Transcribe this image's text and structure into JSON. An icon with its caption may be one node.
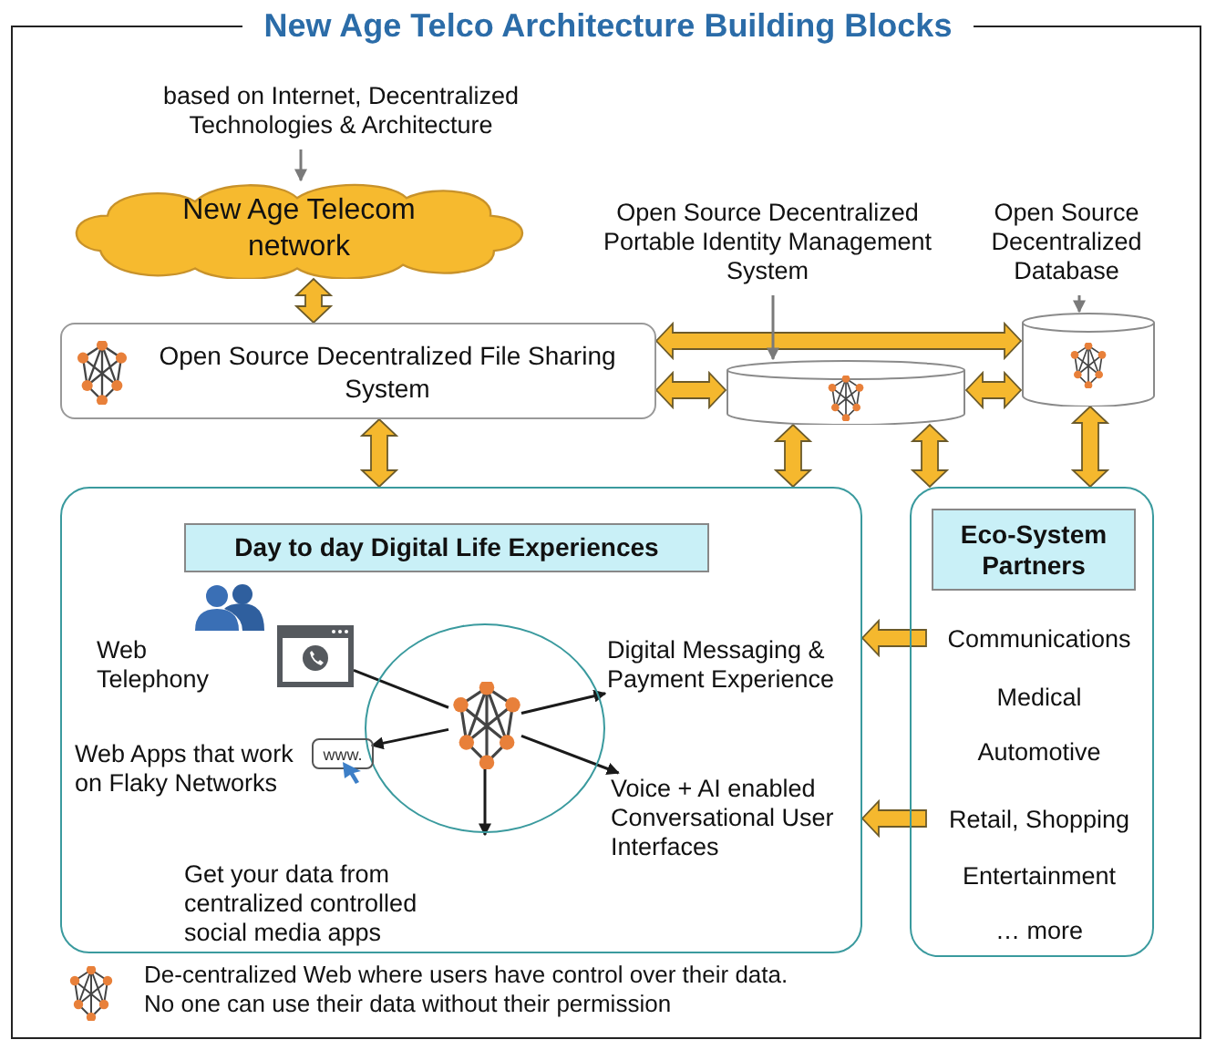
{
  "diagram": {
    "title": "New Age Telco Architecture Building Blocks",
    "nodes": [
      {
        "text": [
          "based on Internet, Decentralized Technologies & Architecture"
        ]
      },
      {
        "text": [
          "New Age Telecom network"
        ]
      },
      {
        "text": [
          "Open Source Decentralized File Sharing System"
        ]
      },
      {
        "text": [
          "Open Source Decentralized Portable Identity Management System"
        ]
      },
      {
        "text": [],
        "shape": "cylinder"
      },
      {
        "text": [
          "Open Source Decentralized Database"
        ]
      },
      {
        "text": [],
        "shape": "cylinder"
      },
      {
        "text": [],
        "shape": "box"
      },
      {
        "text": [
          "Day to day Digital Life Experiences"
        ],
        "in": 7
      },
      {
        "text": [],
        "shape": "circle",
        "in": 7
      },
      {
        "text": [],
        "shape": "picture",
        "in": 9
      },
      {
        "text": [
          "Web Telephony"
        ],
        "in": 7
      },
      {
        "text": [],
        "shape": "picture",
        "in": 7
      },
      {
        "text": [
          "Digital Messaging & Payment Experience"
        ],
        "in": 7
      },
      {
        "text": [
          "Web Apps that work on Flaky Networks"
        ],
        "in": 7
      },
      {
        "text": [
          "www."
        ],
        "in": 7
      },
      {
        "text": [
          "Voice + AI enabled Conversational User Interfaces"
        ],
        "in": 7
      },
      {
        "text": [
          "Get your data from centralized controlled social media apps"
        ],
        "in": 7
      },
      {
        "text": [],
        "shape": "box"
      },
      {
        "text": [
          "Eco-System Partners"
        ],
        "in": 18
      },
      {
        "text": [
          "Communications"
        ],
        "in": 18
      },
      {
        "text": [
          "Medical"
        ],
        "in": 18
      },
      {
        "text": [
          "Automotive"
        ],
        "in": 18
      },
      {
        "text": [
          "Retail, Shopping"
        ],
        "in": 18
      },
      {
        "text": [
          "Entertainment"
        ],
        "in": 18
      },
      {
        "text": [
          "… more"
        ],
        "in": 18
      }
    ],
    "edges": [
      {
        "from": 1,
        "to": 2,
        "arrow": "both",
        "style": "thick"
      },
      {
        "from": 2,
        "to": 6,
        "arrow": "both",
        "style": "thick"
      },
      {
        "from": 2,
        "to": 4,
        "arrow": "both",
        "style": "thick"
      },
      {
        "from": 4,
        "to": 6,
        "arrow": "both",
        "style": "thick"
      },
      {
        "from": 2,
        "to": 7,
        "arrow": "both",
        "style": "thick"
      },
      {
        "from": 4,
        "to": 7,
        "arrow": "both",
        "style": "thick"
      },
      {
        "from": 4,
        "to": 18,
        "arrow": "both",
        "style": "thick"
      },
      {
        "from": 6,
        "to": 18,
        "arrow": "both",
        "style": "thick"
      },
      {
        "from": 20,
        "to": 7,
        "arrow": "to",
        "style": "thick"
      },
      {
        "from": 23,
        "to": 7,
        "arrow": "to",
        "style": "thick"
      },
      {
        "from": 0,
        "to": 1,
        "arrow": "to",
        "color": "#7a7a7a"
      },
      {
        "from": 3,
        "to": 4,
        "arrow": "to",
        "color": "#7a7a7a"
      },
      {
        "from": 5,
        "to": 6,
        "arrow": "to",
        "color": "#7a7a7a"
      },
      {
        "from": 10,
        "to": 12,
        "arrow": "none",
        "color": "#1a1a1a"
      },
      {
        "from": 10,
        "to": 13,
        "arrow": "to",
        "color": "#1a1a1a"
      },
      {
        "from": 10,
        "to": 15,
        "arrow": "to",
        "color": "#1a1a1a"
      },
      {
        "from": 10,
        "to": 16,
        "arrow": "to",
        "color": "#1a1a1a"
      },
      {
        "from": 10,
        "to": null,
        "arrow": "to",
        "color": "#1a1a1a"
      }
    ],
    "labels": [
      "De-centralized Web where users have control over their data. No one can use their data without their permission"
    ]
  }
}
